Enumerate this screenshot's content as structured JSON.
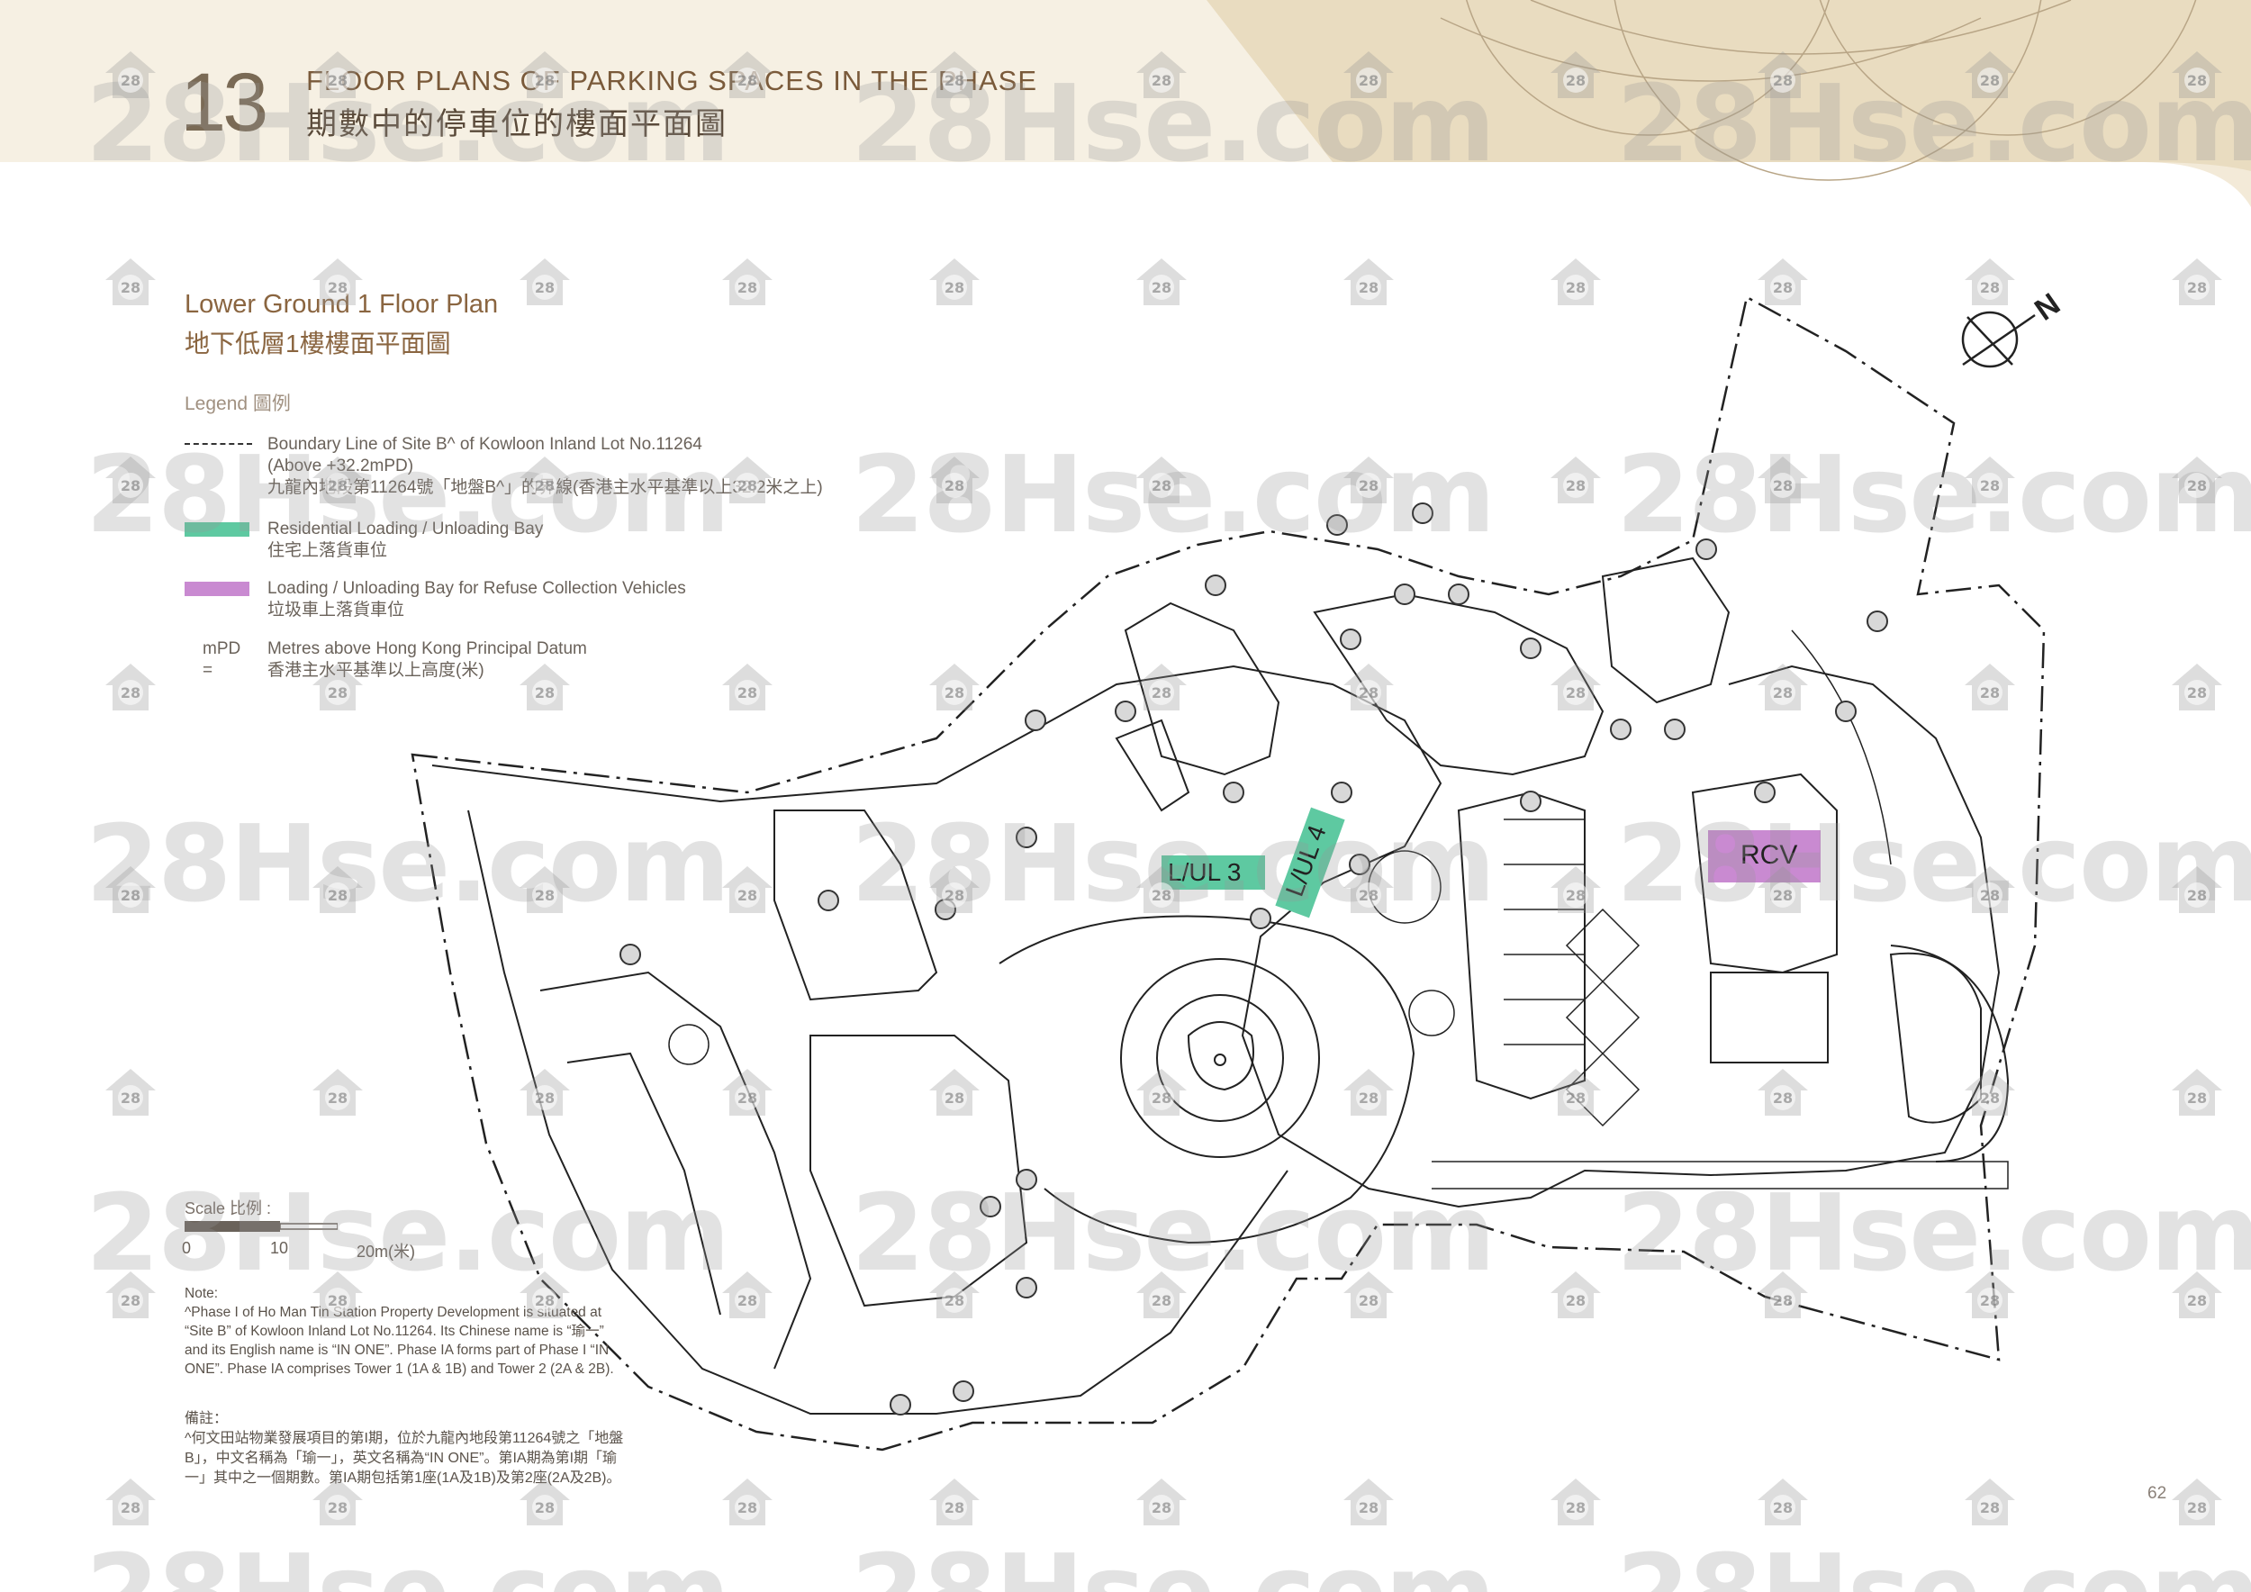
{
  "header": {
    "section_number": "13",
    "title_en": "FLOOR PLANS OF PARKING SPACES IN THE PHASE",
    "title_zh": "期數中的停車位的樓面平面圖"
  },
  "plan": {
    "title_en": "Lower Ground 1 Floor Plan",
    "title_zh": "地下低層1樓樓面平面圖"
  },
  "legend": {
    "title": "Legend  圖例",
    "items": [
      {
        "symbol": "boundary-line",
        "line1": "Boundary Line of Site B^ of Kowloon Inland Lot No.11264",
        "line2": "(Above +32.2mPD)",
        "line3": "九龍內地段第11264號「地盤B^」的界線(香港主水平基準以上32.2米之上)"
      },
      {
        "symbol": "green-fill",
        "color": "#5ec9a1",
        "line1": "Residential Loading / Unloading Bay",
        "line2": "住宅上落貨車位"
      },
      {
        "symbol": "purple-fill",
        "color": "#c98ad1",
        "line1": "Loading / Unloading Bay for Refuse Collection Vehicles",
        "line2": "垃圾車上落貨車位"
      },
      {
        "symbol": "mPD =",
        "line1": "Metres above Hong Kong Principal Datum",
        "line2": "香港主水平基準以上高度(米)"
      }
    ]
  },
  "map_labels": {
    "lul3": "L/UL 3",
    "lul4": "L/UL 4",
    "rcv": "RCV",
    "north": "N"
  },
  "scale": {
    "label": "Scale 比例 :",
    "tick0": "0",
    "tick10": "10",
    "tick20": "20m(米)"
  },
  "note": {
    "title_en": "Note:",
    "body_en": "^Phase I of Ho Man Tin Station Property Development is situated at “Site B” of Kowloon Inland Lot No.11264. Its Chinese name is “瑜一” and its English name is “IN ONE”. Phase IA forms part of Phase I “IN ONE”. Phase IA comprises Tower 1 (1A & 1B) and Tower 2 (2A & 2B).",
    "title_zh": "備註：",
    "body_zh": "^何文田站物業發展項目的第I期，位於九龍內地段第11264號之「地盤B」，中文名稱為「瑜一」，英文名稱為“IN ONE”。第IA期為第I期「瑜一」其中之一個期數。第IA期包括第1座(1A及1B)及第2座(2A及2B)。"
  },
  "page_number": "62",
  "watermark": {
    "text": "28Hse.com",
    "icon_text": "28"
  },
  "colors": {
    "header_beige": "#efe6d3",
    "accent_brown": "#8a6540",
    "residential_bay": "#5ec9a1",
    "refuse_bay": "#c98ad1"
  }
}
